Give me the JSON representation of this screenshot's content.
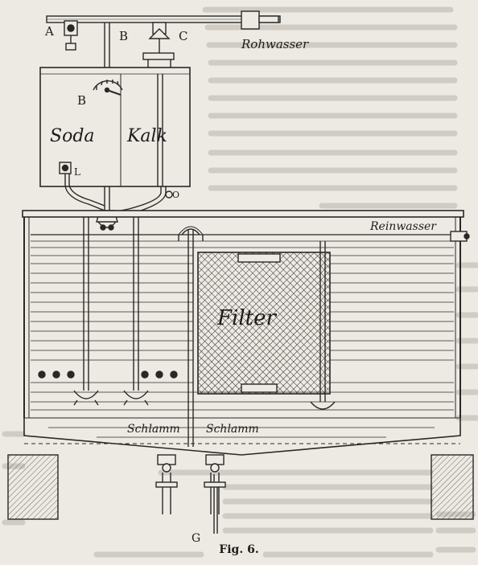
{
  "figure": {
    "caption": "Fig. 6.",
    "labels": {
      "A": "A",
      "B_top": "B",
      "C": "C",
      "B_mid": "B",
      "L": "L",
      "O": "O",
      "G": "G",
      "raw_water": "Rohwasser",
      "clean_water": "Reinwasser",
      "soda": "Soda",
      "lime": "Kalk",
      "filter": "Filter",
      "sludge_left": "Schlamm",
      "sludge_right": "Schlamm"
    }
  },
  "colors": {
    "ink": "#2a2826",
    "paper": "#edeae4"
  }
}
